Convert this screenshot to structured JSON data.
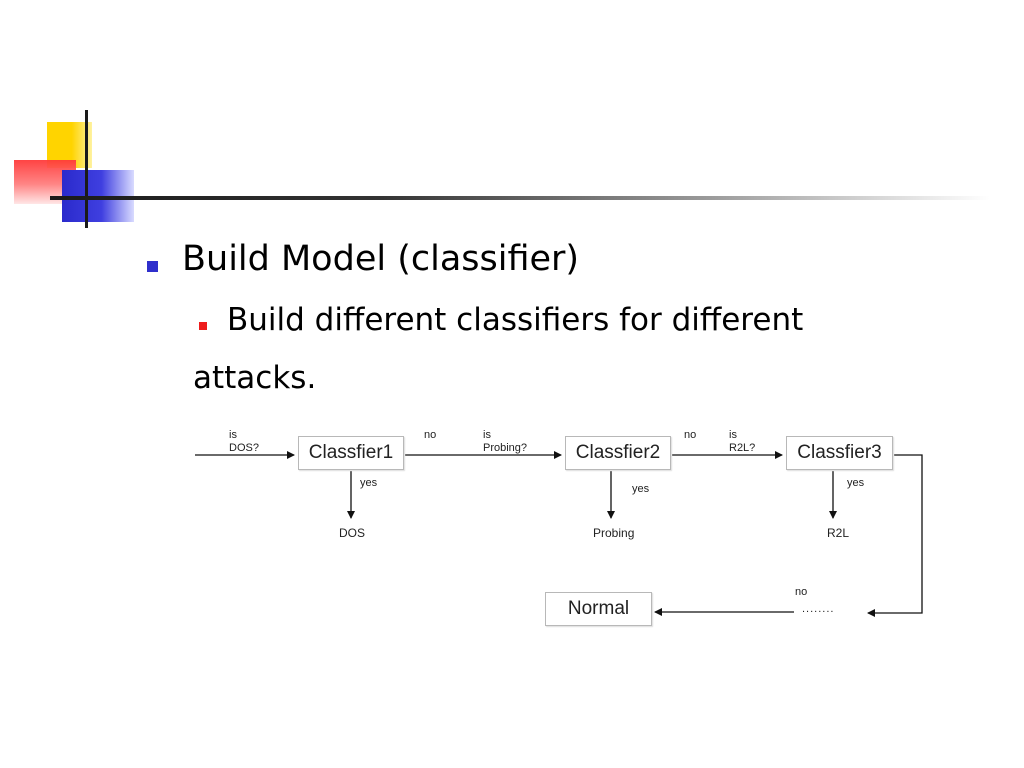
{
  "slide": {
    "bullet1": "Build Model (classifier)",
    "bullet2_line1": "Build different classifiers for different",
    "bullet2_line2": "attacks."
  },
  "diagram": {
    "boxes": [
      "Classfier1",
      "Classfier2",
      "Classfier3",
      "Normal"
    ],
    "questions": [
      {
        "line1": "is",
        "line2": "DOS?"
      },
      {
        "line1": "is",
        "line2": "Probing?"
      },
      {
        "line1": "is",
        "line2": "R2L?"
      }
    ],
    "no_label": "no",
    "yes_label": "yes",
    "outcomes": [
      "DOS",
      "Probing",
      "R2L"
    ],
    "ellipsis": "........"
  }
}
